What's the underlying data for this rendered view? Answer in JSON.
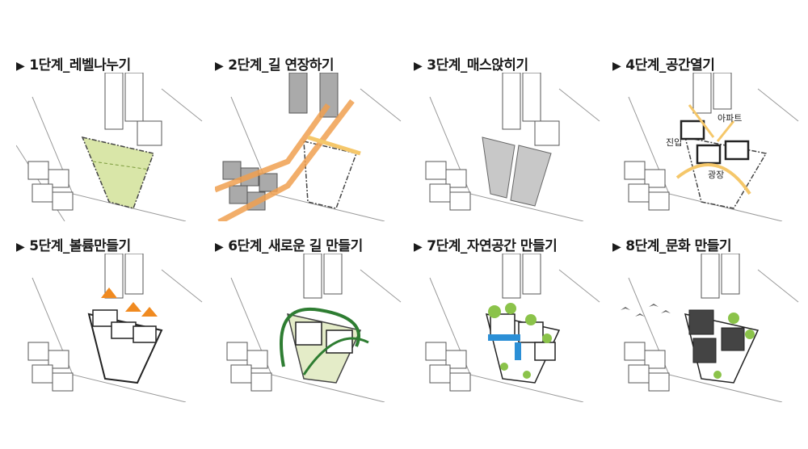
{
  "steps": [
    {
      "marker": "▶",
      "title": "1단계_레벨나누기"
    },
    {
      "marker": "▶",
      "title": "2단계_길 연장하기"
    },
    {
      "marker": "▶",
      "title": "3단계_매스앉히기"
    },
    {
      "marker": "▶",
      "title": "4단계_공간열기",
      "labels": {
        "apartment": "아파트",
        "entrance": "진입",
        "plaza": "광장"
      }
    },
    {
      "marker": "▶",
      "title": "5단계_볼륨만들기"
    },
    {
      "marker": "▶",
      "title": "6단계_새로운 길 만들기"
    },
    {
      "marker": "▶",
      "title": "7단계_자연공간 만들기"
    },
    {
      "marker": "▶",
      "title": "8단계_문화 만들기"
    }
  ],
  "colors": {
    "site_green": "#d9e6a8",
    "path_orange": "#f0a050",
    "path_yellow": "#f5c76a",
    "mass_gray": "#c8c8c8",
    "volume_orange": "#f08a20",
    "route_green": "#2e7d32",
    "water_blue": "#2b8fd6",
    "tree_green": "#8bc34a",
    "dark_mass": "#444444"
  }
}
